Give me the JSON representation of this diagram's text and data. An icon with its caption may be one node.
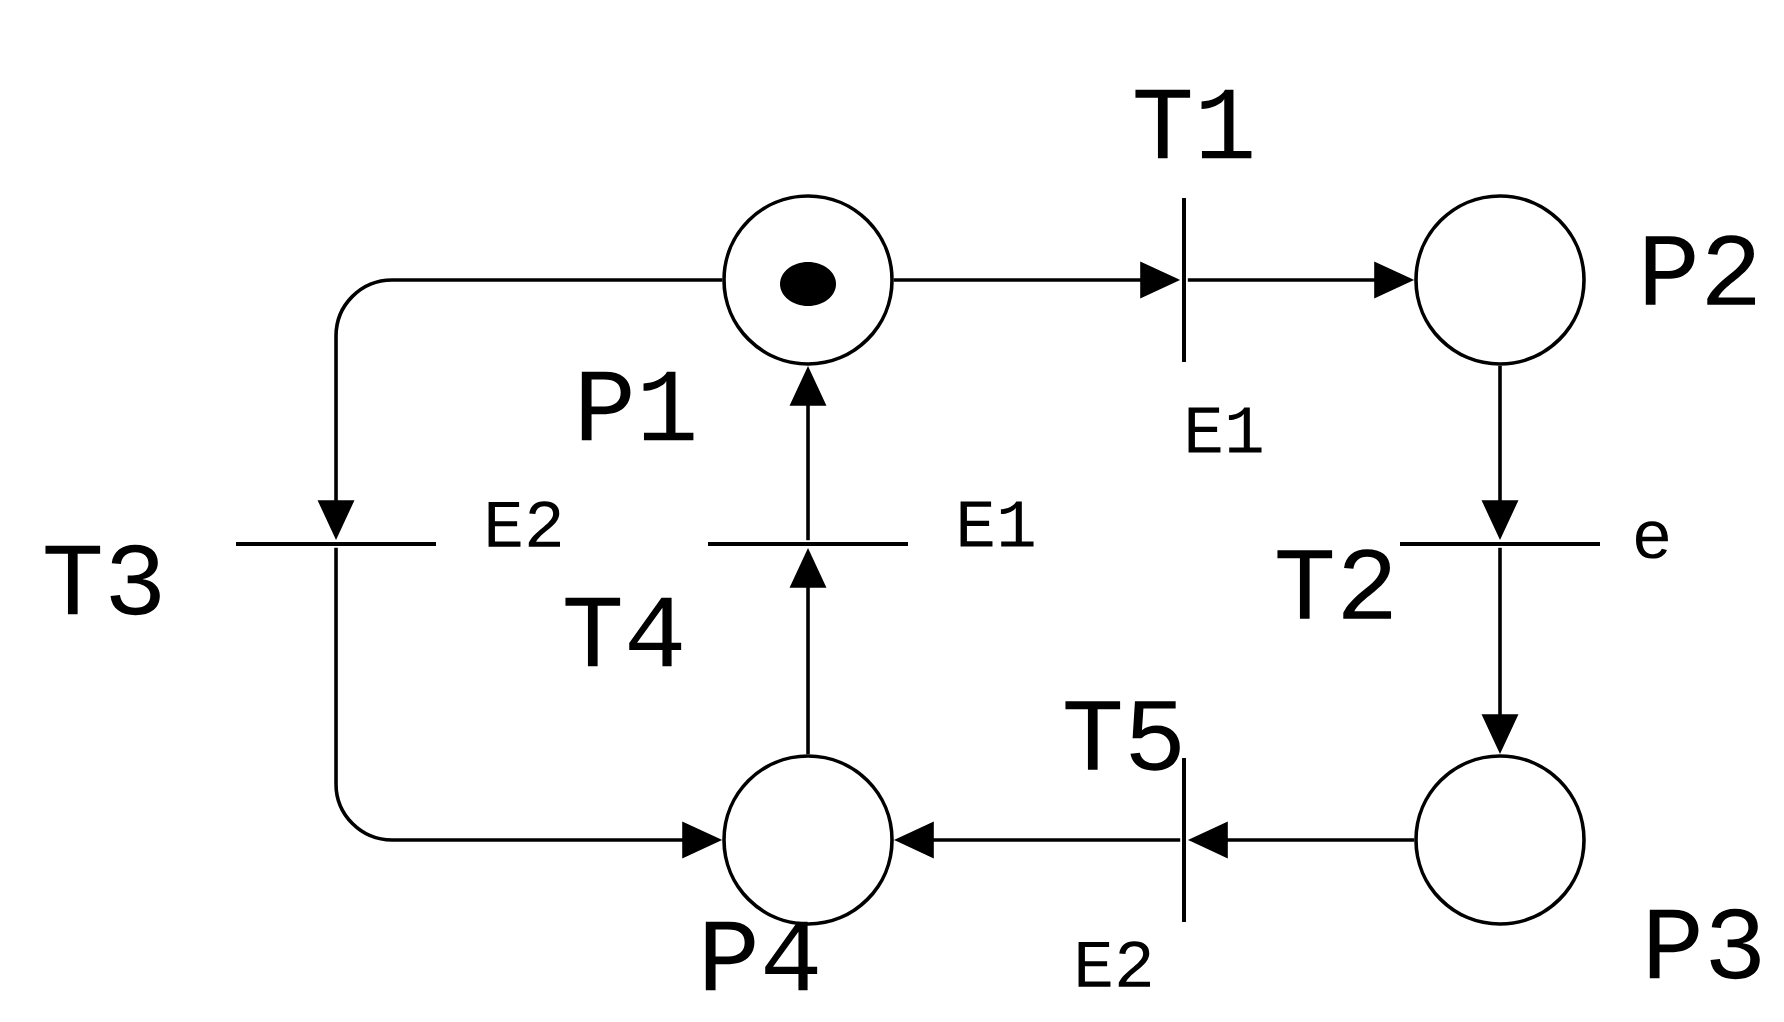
{
  "diagram": {
    "nodes": [
      {
        "text": [],
        "shape": "circle",
        "beside": [
          "P1"
        ]
      },
      {
        "text": [],
        "shape": "bar",
        "beside": [
          "T1",
          "E1"
        ]
      },
      {
        "text": [],
        "shape": "circle",
        "beside": [
          "P2"
        ]
      },
      {
        "text": [],
        "shape": "bar",
        "beside": [
          "T3",
          "E2"
        ]
      },
      {
        "text": [],
        "shape": "bar",
        "beside": [
          "T4",
          "E1"
        ]
      },
      {
        "text": [],
        "shape": "bar",
        "beside": [
          "T2",
          "e"
        ]
      },
      {
        "text": [],
        "shape": "bar",
        "beside": [
          "T5",
          "E2"
        ]
      },
      {
        "text": [],
        "shape": "circle",
        "beside": [
          "P4"
        ]
      },
      {
        "text": [],
        "shape": "circle",
        "beside": [
          "P3"
        ]
      }
    ],
    "edges": [
      {
        "from": 0,
        "to": 1,
        "arrow": "to"
      },
      {
        "from": 1,
        "to": 2,
        "arrow": "to"
      },
      {
        "from": 2,
        "to": 5,
        "arrow": "to"
      },
      {
        "from": 5,
        "to": 8,
        "arrow": "to"
      },
      {
        "from": 8,
        "to": 6,
        "arrow": "to"
      },
      {
        "from": 6,
        "to": 7,
        "arrow": "to"
      },
      {
        "from": 7,
        "to": 4,
        "arrow": "to"
      },
      {
        "from": 4,
        "to": 0,
        "arrow": "to"
      },
      {
        "from": 0,
        "to": 3,
        "arrow": "to"
      },
      {
        "from": 3,
        "to": 7,
        "arrow": "to"
      }
    ]
  }
}
